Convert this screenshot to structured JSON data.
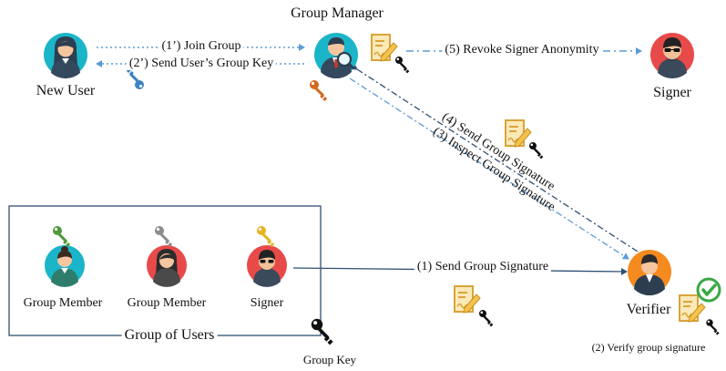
{
  "nodes": {
    "group_manager": "Group Manager",
    "new_user": "New User",
    "signer_top": "Signer",
    "verifier": "Verifier",
    "member_1": "Group Member",
    "member_2": "Group Member",
    "signer_group": "Signer",
    "group_of_users": "Group of Users",
    "group_key": "Group Key"
  },
  "edges": {
    "join_group": "(1’) Join Group",
    "send_user_group_key": "(2’) Send User’s Group Key",
    "revoke_anonymity": "(5) Revoke Signer Anonymity",
    "send_group_signature_gm": "(4) Send Group Signature",
    "inspect_group_signature": "(3) Inspect Group Signature",
    "send_group_signature": "(1) Send Group Signature",
    "verify_group_signature": "(2) Verify group signature"
  },
  "colors": {
    "arrow_blue": "#5b9bd5",
    "arrow_navy": "#2f4f73",
    "group_box": "#2f4f73",
    "teal_bg": "#1bb5c9",
    "red_bg": "#e84a4a",
    "orange_bg": "#f58a1f",
    "doc_gold": "#e6b84a",
    "check_green": "#3aa845"
  },
  "icons": {
    "group_manager": "manager-avatar-icon",
    "new_user": "woman-avatar-icon",
    "signer": "sunglasses-man-avatar-icon",
    "verifier": "man-avatar-icon",
    "document": "signed-document-icon",
    "key": "key-icon",
    "check": "check-icon"
  }
}
